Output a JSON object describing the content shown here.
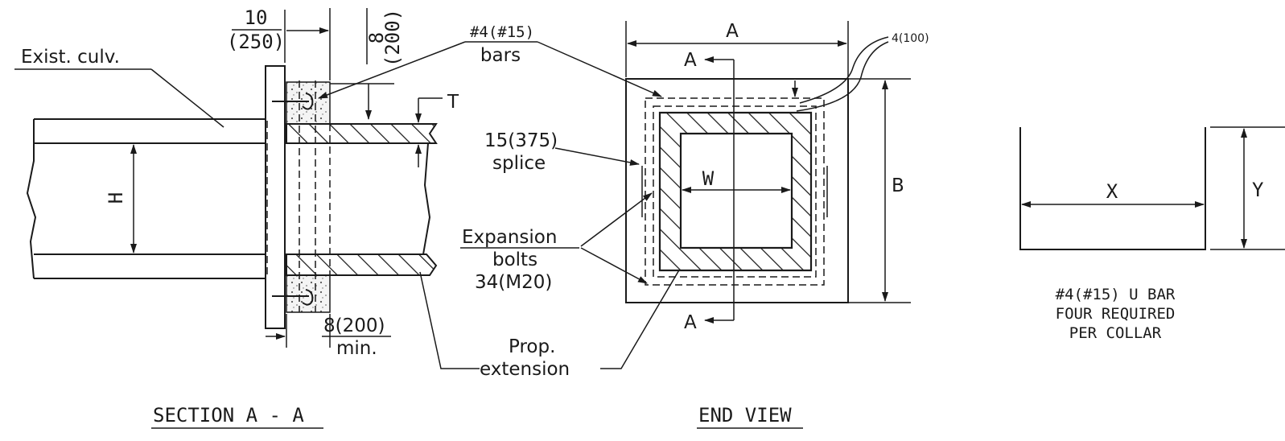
{
  "section": {
    "title": "SECTION A - A",
    "exist_culv": "Exist. culv.",
    "dim_10_a": "10",
    "dim_10_b": "(250)",
    "dim_8_a": "8",
    "dim_8_b": "(200)",
    "bars_a": "#4(#15)",
    "bars_b": "bars",
    "T": "T",
    "H": "H",
    "min_a": "8(200)",
    "min_b": "min.",
    "prop_a": "Prop.",
    "prop_b": "extension"
  },
  "end_view": {
    "title": "END VIEW",
    "A_top": "A",
    "A_cut_top": "A",
    "A_cut_bottom": "A",
    "dim_4_100": "4(100)",
    "splice_a": "15(375)",
    "splice_b": "splice",
    "W": "W",
    "B": "B",
    "exp_a": "Expansion",
    "exp_b": "bolts",
    "exp_c": "34(M20)"
  },
  "u_bar": {
    "X": "X",
    "Y": "Y",
    "note_1": "#4(#15) U BAR",
    "note_2": "FOUR REQUIRED",
    "note_3": "PER COLLAR"
  }
}
